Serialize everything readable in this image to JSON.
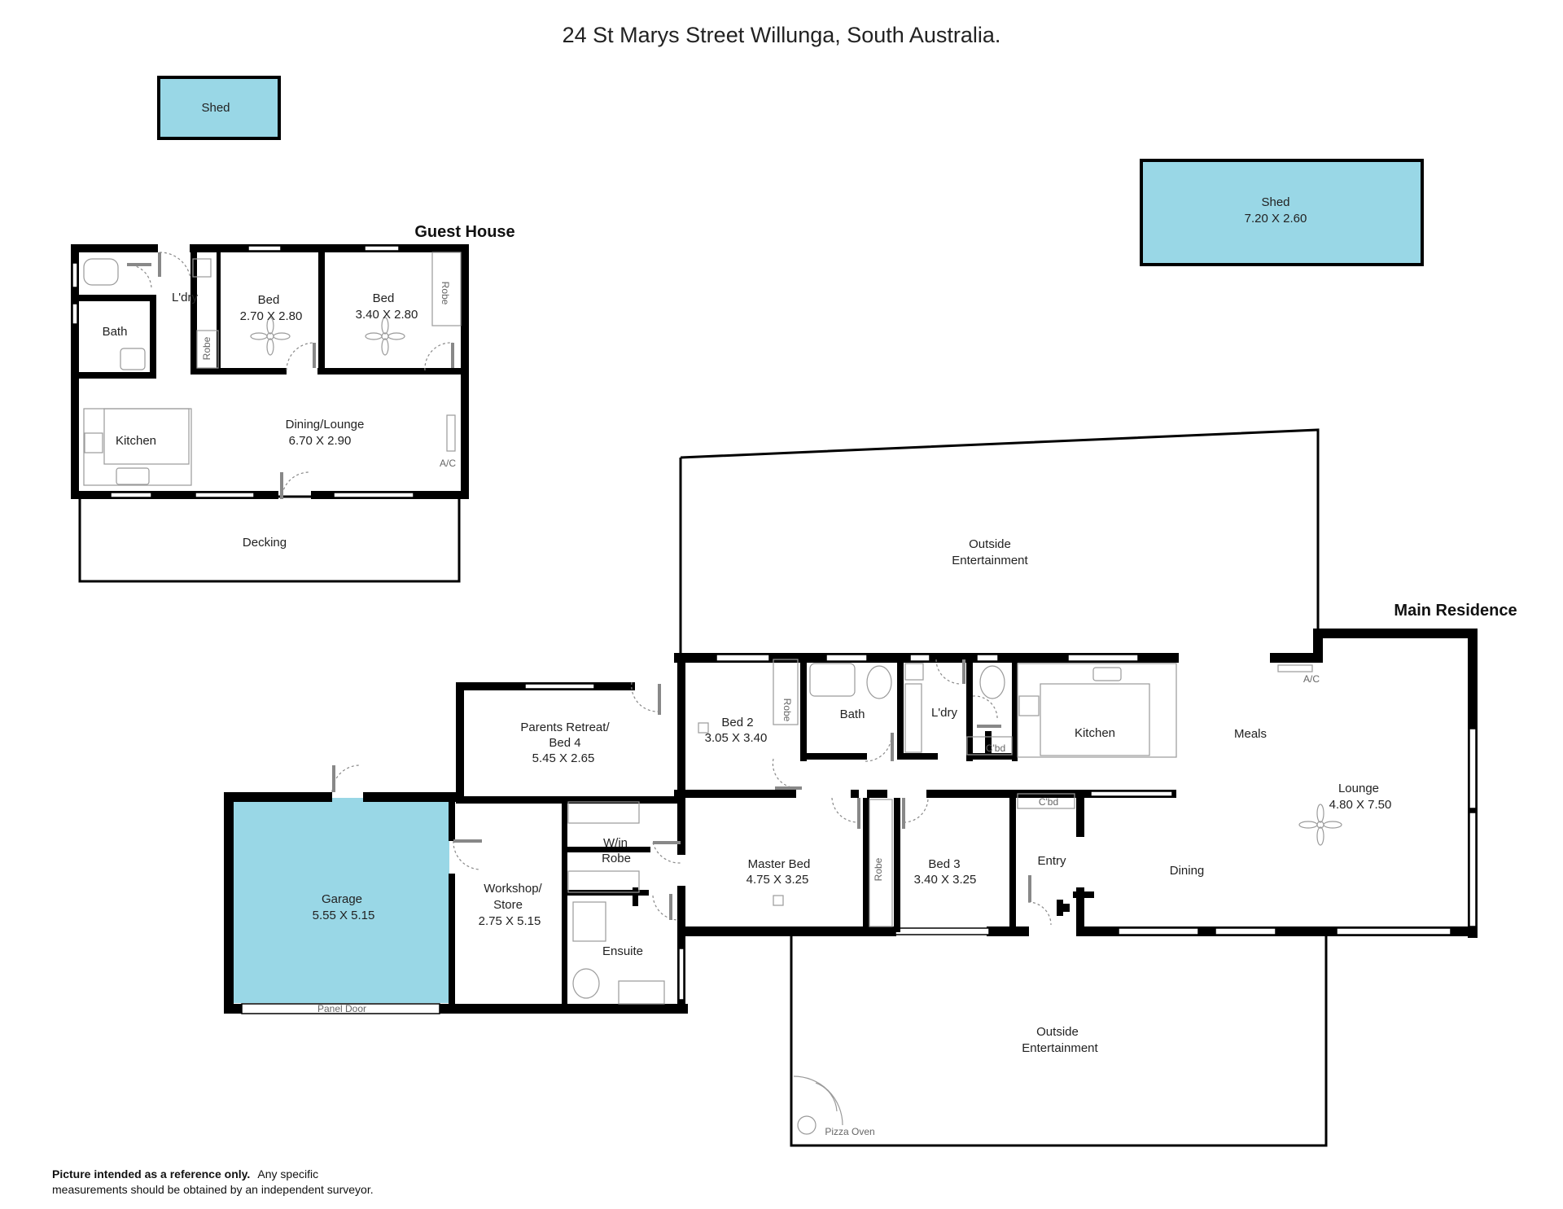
{
  "title": "24 St Marys Street Willunga, South Australia.",
  "colors": {
    "shed_fill": "#99d7e6",
    "garage_fill": "#99d7e6",
    "wall": "#000000"
  },
  "guest_house": {
    "heading": "Guest House",
    "rooms": {
      "ldry": "L'dry",
      "bath": "Bath",
      "robe_small": "Robe",
      "bed1_name": "Bed",
      "bed1_dim": "2.70 X 2.80",
      "bed2_name": "Bed",
      "bed2_dim": "3.40 X 2.80",
      "robe_bed2": "Robe",
      "kitchen": "Kitchen",
      "dining_name": "Dining/Lounge",
      "dining_dim": "6.70 X 2.90",
      "ac": "A/C",
      "decking": "Decking"
    }
  },
  "sheds": {
    "small": {
      "name": "Shed"
    },
    "large": {
      "name": "Shed",
      "dim": "7.20 X 2.60"
    }
  },
  "main_residence": {
    "heading": "Main Residence",
    "rooms": {
      "outside_top_1": "Outside",
      "outside_top_2": "Entertainment",
      "parents_1": "Parents Retreat/",
      "parents_2": "Bed 4",
      "parents_dim": "5.45 X 2.65",
      "bed2_name": "Bed 2",
      "bed2_dim": "3.05 X 3.40",
      "robe_bed2": "Robe",
      "bath": "Bath",
      "ldry": "L'dry",
      "cbd_ldry": "C'bd",
      "kitchen": "Kitchen",
      "meals": "Meals",
      "ac": "A/C",
      "lounge_name": "Lounge",
      "lounge_dim": "4.80 X 7.50",
      "garage_name": "Garage",
      "garage_dim": "5.55 X 5.15",
      "panel_door": "Panel Door",
      "workshop_1": "Workshop/",
      "workshop_2": "Store",
      "workshop_dim": "2.75 X 5.15",
      "wir_1": "W/in",
      "wir_2": "Robe",
      "ensuite": "Ensuite",
      "master_name": "Master Bed",
      "master_dim": "4.75 X 3.25",
      "robe_bed3": "Robe",
      "bed3_name": "Bed 3",
      "bed3_dim": "3.40 X 3.25",
      "cbd_hall": "C'bd",
      "entry": "Entry",
      "dining": "Dining",
      "outside_bottom_1": "Outside",
      "outside_bottom_2": "Entertainment",
      "pizza_oven": "Pizza Oven"
    }
  },
  "disclaimer": {
    "bold": "Picture intended as a reference only.",
    "rest_line1": "Any specific",
    "line2": "measurements should be obtained by an independent surveyor."
  }
}
